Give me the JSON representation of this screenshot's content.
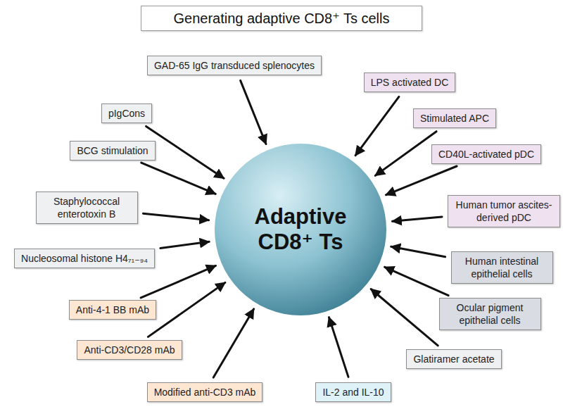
{
  "diagram": {
    "title": "Generating adaptive CD8⁺ Ts cells",
    "nodes": [
      {
        "text": [
          "Adaptive CD8⁺ Ts"
        ]
      },
      {
        "text": [
          "GAD-65 IgG transduced splenocytes"
        ]
      },
      {
        "text": [
          "LPS activated DC"
        ]
      },
      {
        "text": [
          "pIgCons"
        ]
      },
      {
        "text": [
          "Stimulated APC"
        ]
      },
      {
        "text": [
          "BCG stimulation"
        ]
      },
      {
        "text": [
          "CD40L-activated pDC"
        ]
      },
      {
        "text": [
          "Staphylococcal enterotoxin B"
        ]
      },
      {
        "text": [
          "Human tumor ascites-derived pDC"
        ]
      },
      {
        "text": [
          "Nucleosomal histone H4₇₁₋₉₄"
        ]
      },
      {
        "text": [
          "Human intestinal epithelial cells"
        ]
      },
      {
        "text": [
          "Anti-4-1 BB mAb"
        ]
      },
      {
        "text": [
          "Ocular pigment epithelial cells"
        ]
      },
      {
        "text": [
          "Anti-CD3/CD28 mAb"
        ]
      },
      {
        "text": [
          "Glatiramer acetate"
        ]
      },
      {
        "text": [
          "Modified anti-CD3 mAb"
        ]
      },
      {
        "text": [
          "IL-2 and IL-10"
        ]
      }
    ],
    "edges": [
      {
        "from": 1,
        "to": 0,
        "arrow": "to"
      },
      {
        "from": 2,
        "to": 0,
        "arrow": "to"
      },
      {
        "from": 3,
        "to": 0,
        "arrow": "to"
      },
      {
        "from": 4,
        "to": 0,
        "arrow": "to"
      },
      {
        "from": 5,
        "to": 0,
        "arrow": "to"
      },
      {
        "from": 6,
        "to": 0,
        "arrow": "to"
      },
      {
        "from": 7,
        "to": 0,
        "arrow": "to"
      },
      {
        "from": 8,
        "to": 0,
        "arrow": "to"
      },
      {
        "from": 9,
        "to": 0,
        "arrow": "to"
      },
      {
        "from": 10,
        "to": 0,
        "arrow": "to"
      },
      {
        "from": 11,
        "to": 0,
        "arrow": "to"
      },
      {
        "from": 12,
        "to": 0,
        "arrow": "to"
      },
      {
        "from": 13,
        "to": 0,
        "arrow": "to"
      },
      {
        "from": 14,
        "to": 0,
        "arrow": "to"
      },
      {
        "from": 15,
        "to": 0,
        "arrow": "to"
      },
      {
        "from": 16,
        "to": 0,
        "arrow": "to"
      }
    ]
  }
}
